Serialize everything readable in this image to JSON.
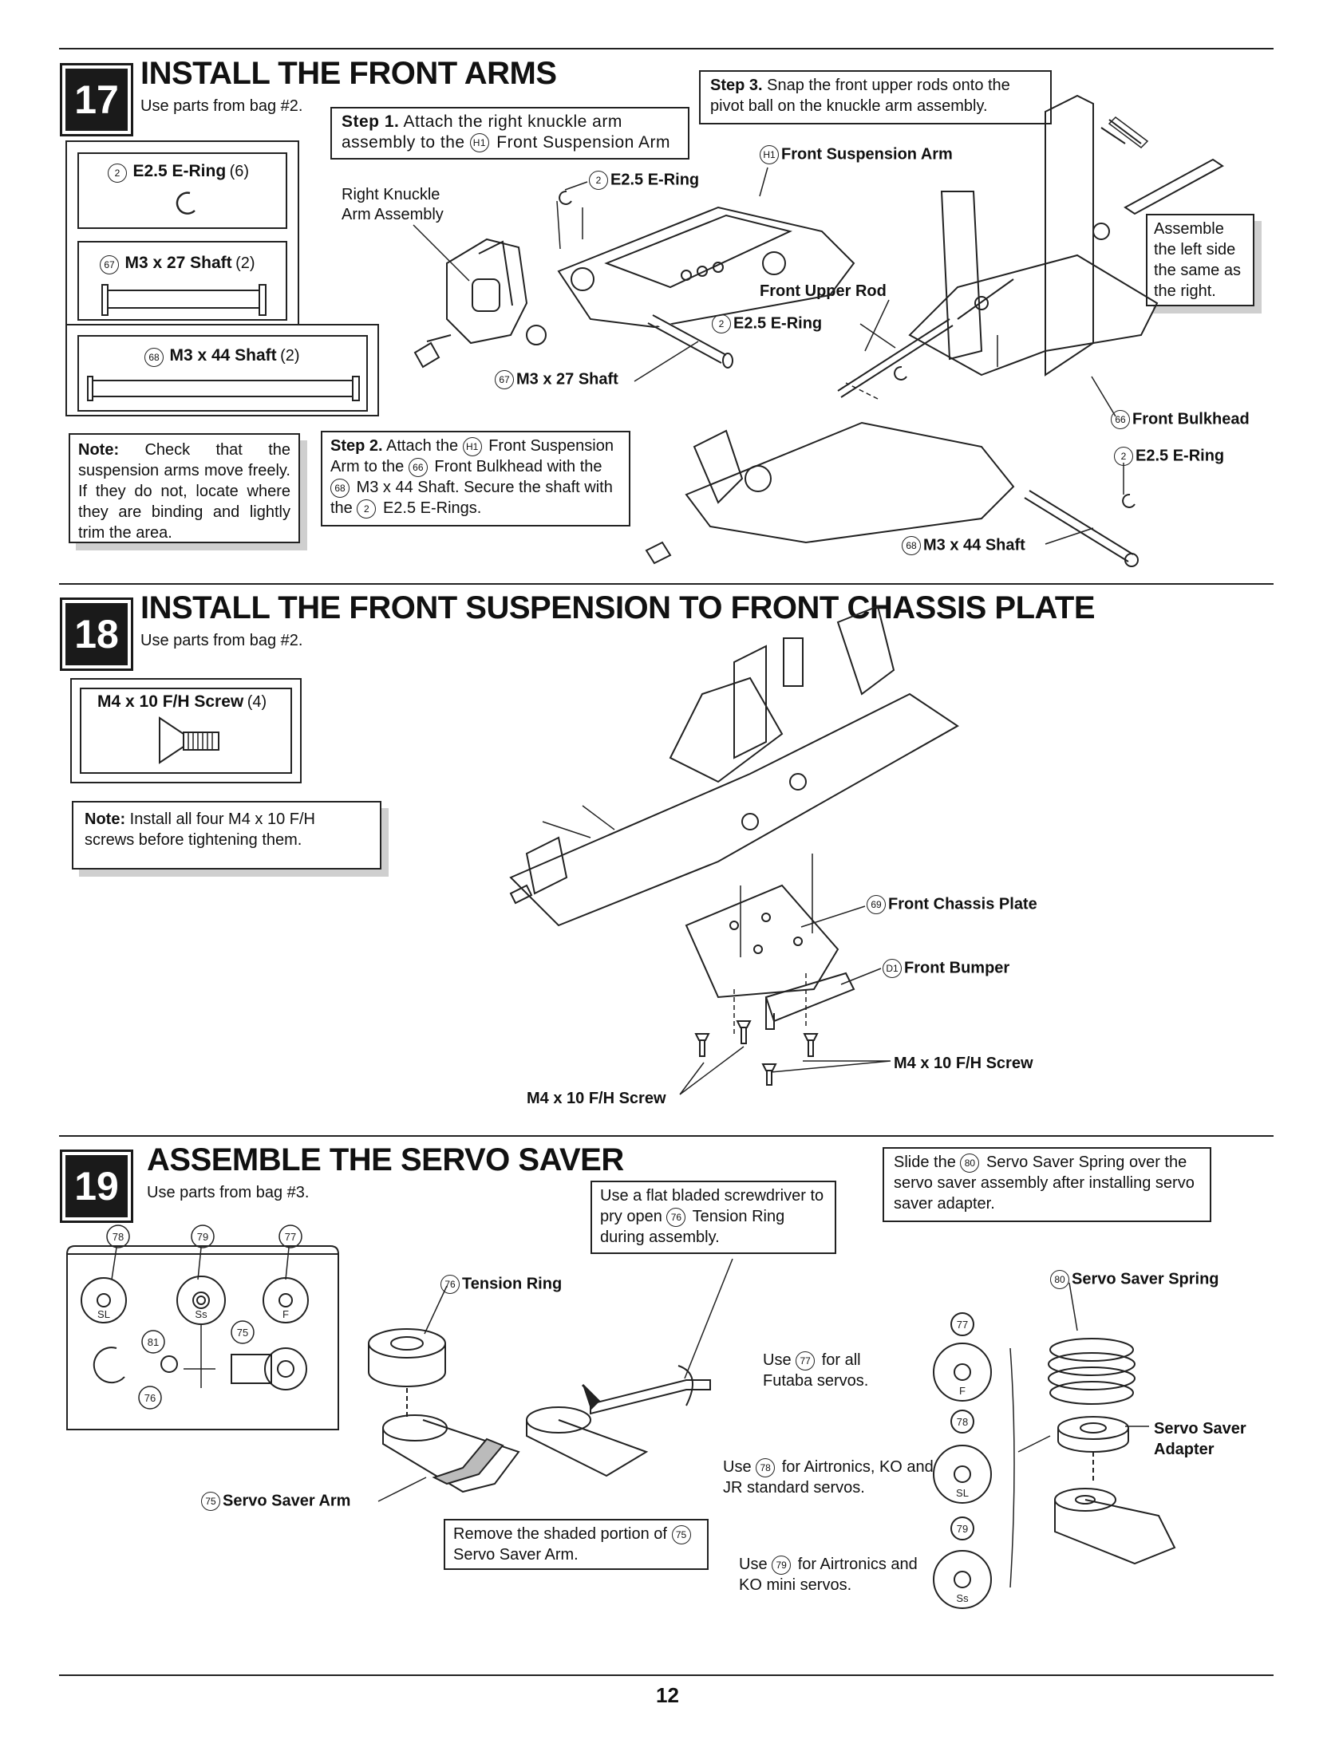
{
  "s17": {
    "number": "17",
    "title": "INSTALL THE FRONT ARMS",
    "bag": "Use parts from bag #2.",
    "parts": {
      "p1_num": "2",
      "p1_name": "E2.5 E-Ring",
      "p1_qty": "(6)",
      "p2_num": "67",
      "p2_name": "M3 x 27 Shaft",
      "p2_qty": "(2)",
      "p3_num": "68",
      "p3_name": "M3 x 44 Shaft",
      "p3_qty": "(2)"
    },
    "note_label": "Note:",
    "note_text": "Check that the suspension arms move freely. If they do not, locate where they are binding and lightly trim the area.",
    "step1_label": "Step 1.",
    "step1_a": "Attach the right knuckle arm assembly to the",
    "step1_circ": "H1",
    "step1_b": "Front Suspension Arm",
    "step2_label": "Step 2.",
    "step2_a": "Attach the",
    "step2_c1": "H1",
    "step2_b": "Front Suspension Arm to the",
    "step2_c2": "66",
    "step2_c": "Front Bulkhead with the",
    "step2_c3": "68",
    "step2_d": "M3 x 44 Shaft. Secure the shaft with the",
    "step2_c4": "2",
    "step2_e": "E2.5 E-Rings.",
    "step3_label": "Step 3.",
    "step3_text": "Snap the front upper rods onto the pivot ball on the knuckle arm assembly.",
    "assemble_left": "Assemble the left side the same as the right.",
    "callouts": {
      "knuckle": "Right Knuckle Arm Assembly",
      "ering1_num": "2",
      "ering1": "E2.5 E-Ring",
      "arm_num": "H1",
      "arm": "Front Suspension Arm",
      "upper_rod": "Front Upper Rod",
      "ering2_num": "2",
      "ering2": "E2.5 E-Ring",
      "shaft27_num": "67",
      "shaft27": "M3 x 27 Shaft",
      "bulkhead_num": "66",
      "bulkhead": "Front Bulkhead",
      "ering3_num": "2",
      "ering3": "E2.5 E-Ring",
      "shaft44_num": "68",
      "shaft44": "M3 x 44 Shaft"
    }
  },
  "s18": {
    "number": "18",
    "title": "INSTALL THE FRONT SUSPENSION TO FRONT CHASSIS PLATE",
    "bag": "Use parts from bag #2.",
    "part_name": "M4 x 10 F/H Screw",
    "part_qty": "(4)",
    "note_label": "Note:",
    "note_text": "Install all four M4 x 10 F/H screws before tightening them.",
    "callouts": {
      "plate_num": "69",
      "plate": "Front Chassis Plate",
      "bumper_num": "D1",
      "bumper": "Front Bumper",
      "screw_right": "M4 x 10 F/H Screw",
      "screw_left": "M4 x 10 F/H Screw"
    }
  },
  "s19": {
    "number": "19",
    "title": "ASSEMBLE THE SERVO SAVER",
    "bag": "Use parts from bag #3.",
    "tree_nums": [
      "78",
      "79",
      "77",
      "81",
      "75",
      "76"
    ],
    "tree_marks": [
      "SL",
      "Ss",
      "F"
    ],
    "screwdriver_a": "Use a flat bladed screwdriver to pry open",
    "screwdriver_c": "76",
    "screwdriver_b": "Tension Ring during assembly.",
    "spring_a": "Slide the",
    "spring_c": "80",
    "spring_b": "Servo Saver Spring over the servo saver assembly after installing servo saver adapter.",
    "remove_a": "Remove the shaded portion of",
    "remove_c": "75",
    "remove_b": "Servo Saver Arm.",
    "callouts": {
      "ring_num": "76",
      "ring": "Tension Ring",
      "arm_num": "75",
      "arm": "Servo Saver Arm",
      "spring_num": "80",
      "spring": "Servo Saver Spring",
      "adapter": "Servo Saver Adapter"
    },
    "use77_c": "77",
    "use77": "for all Futaba servos.",
    "use77_pre": "Use",
    "use78_c": "78",
    "use78": "for Airtronics, KO and JR standard servos.",
    "use78_pre": "Use",
    "use79_c": "79",
    "use79": "for Airtronics and KO mini servos.",
    "use79_pre": "Use",
    "saver_marks": [
      "F",
      "SL",
      "Ss"
    ]
  },
  "page_number": "12"
}
